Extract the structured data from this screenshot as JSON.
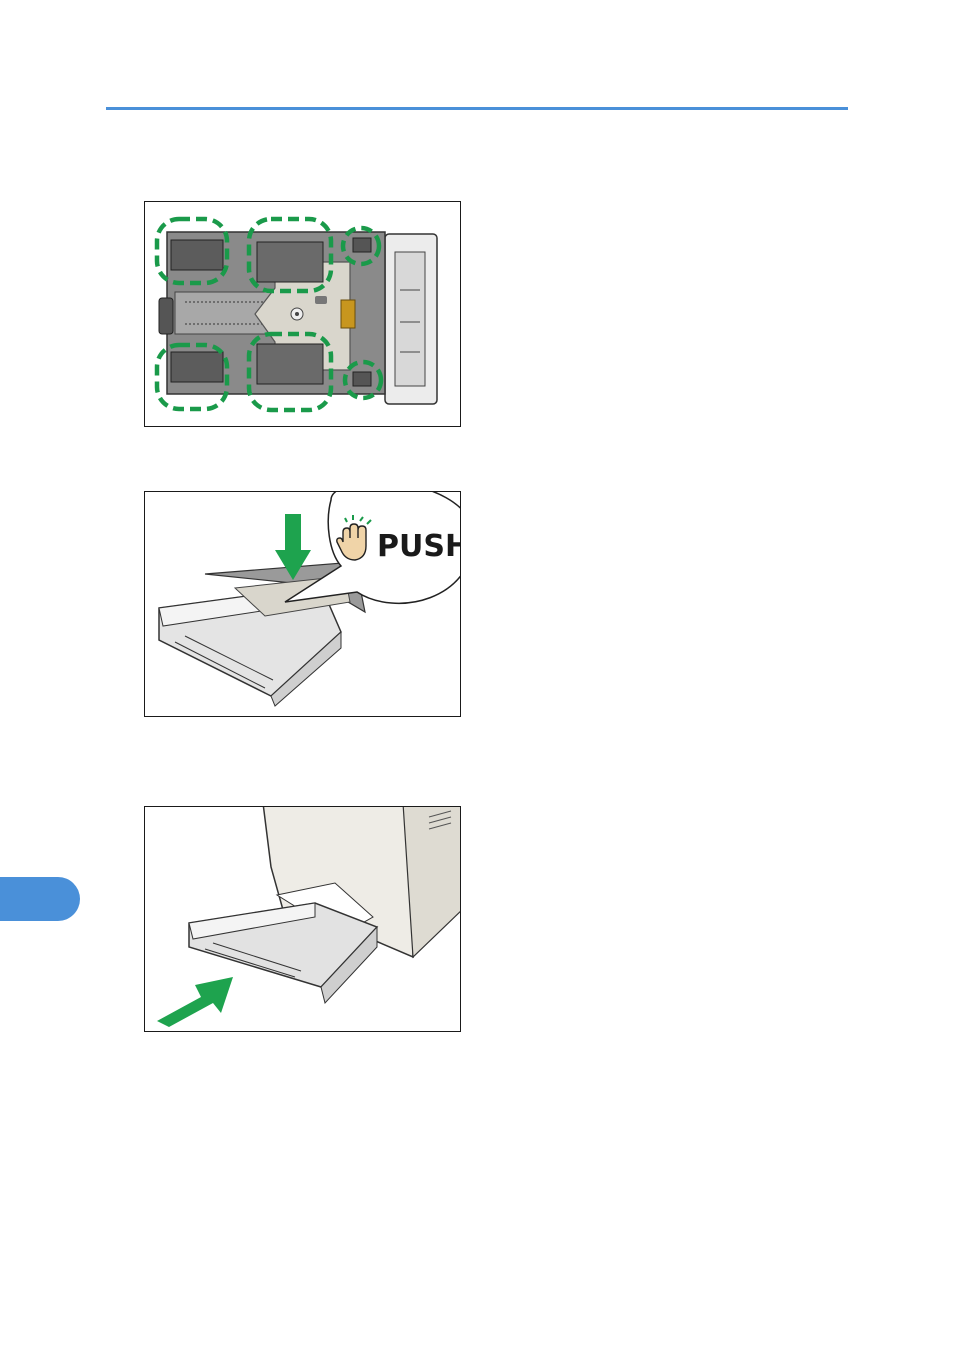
{
  "header": {
    "rule_color": "#4a90d9"
  },
  "side_tab": {
    "color": "#4a90d9"
  },
  "colors": {
    "guide_green": "#1a9a4a",
    "arrow_green": "#1ea34e",
    "tray_gray": "#7a7a7a",
    "tray_light": "#d9d6cc",
    "lock_orange": "#c8961e"
  },
  "figures": [
    {
      "name": "tray-guides-figure",
      "icons": [
        "dashed-circle-icon"
      ]
    },
    {
      "name": "push-plate-figure",
      "callout": {
        "push_text": "PUSH"
      },
      "icons": [
        "hand-press-icon",
        "down-arrow-icon"
      ]
    },
    {
      "name": "insert-tray-figure",
      "icons": [
        "insert-arrow-icon"
      ]
    }
  ]
}
